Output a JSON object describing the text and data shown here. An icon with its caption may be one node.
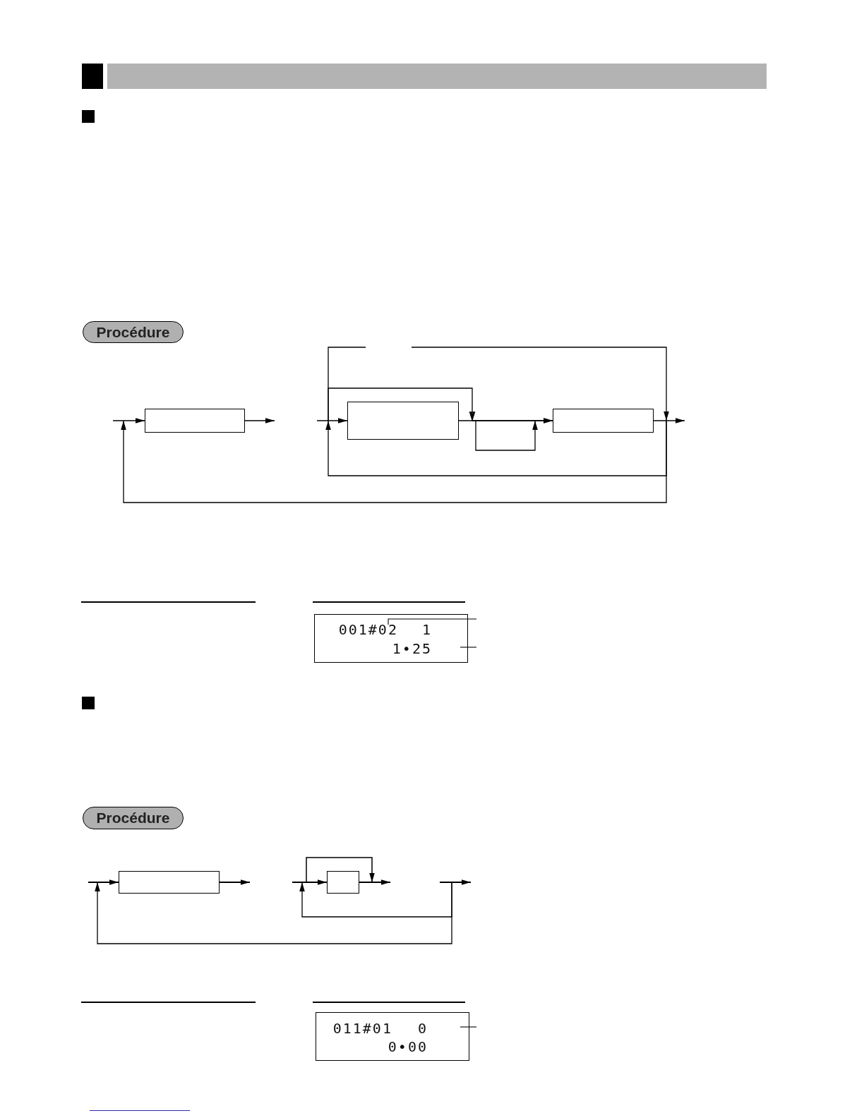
{
  "diagram": {
    "nodes": [
      {
        "text": [],
        "shape": "bar"
      },
      {
        "text": [
          "Procédure"
        ]
      },
      {
        "text": [],
        "shape": "box"
      },
      {
        "text": [],
        "shape": "box"
      },
      {
        "text": [],
        "shape": "box"
      },
      {
        "text": [
          "001#02 1",
          "1•25"
        ]
      },
      {
        "text": [
          "Procédure"
        ]
      },
      {
        "text": [],
        "shape": "box"
      },
      {
        "text": [],
        "shape": "box"
      },
      {
        "text": [
          "011#01 0",
          "0•00"
        ]
      }
    ],
    "edges": [
      {
        "from": null,
        "to": 2,
        "arrow": "to"
      },
      {
        "from": 2,
        "to": null,
        "arrow": "to"
      },
      {
        "from": null,
        "to": 3,
        "arrow": "to"
      },
      {
        "from": 3,
        "to": 4,
        "arrow": "to"
      },
      {
        "from": 3,
        "to": 4,
        "arrow": "to"
      },
      {
        "from": null,
        "to": 4,
        "arrow": "to"
      },
      {
        "from": 4,
        "to": null,
        "arrow": "to"
      },
      {
        "from": 4,
        "to": 3,
        "arrow": "to"
      },
      {
        "from": 4,
        "to": 2,
        "arrow": "to"
      },
      {
        "from": null,
        "to": 5,
        "arrow": "none"
      },
      {
        "from": null,
        "to": 5,
        "arrow": "none"
      },
      {
        "from": null,
        "to": 7,
        "arrow": "to"
      },
      {
        "from": 7,
        "to": null,
        "arrow": "to"
      },
      {
        "from": null,
        "to": 8,
        "arrow": "to"
      },
      {
        "from": 8,
        "to": null,
        "arrow": "to"
      },
      {
        "from": null,
        "to": 8,
        "arrow": "to"
      },
      {
        "from": null,
        "to": 7,
        "arrow": "to"
      },
      {
        "from": null,
        "to": 9,
        "arrow": "none"
      }
    ]
  }
}
